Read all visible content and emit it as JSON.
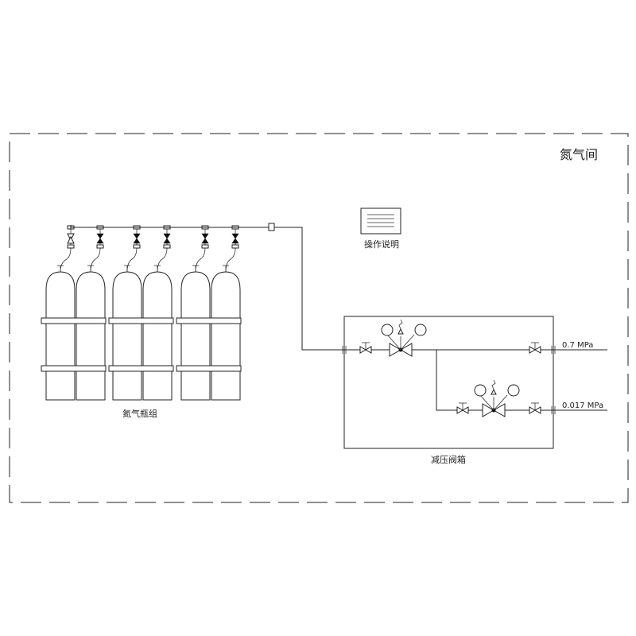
{
  "room": {
    "title": "氮气间"
  },
  "cylinder_group": {
    "label": "氮气瓶组",
    "count": 6
  },
  "instructions": {
    "label": "操作说明"
  },
  "valve_box": {
    "label": "减压阀箱"
  },
  "outlets": [
    {
      "pressure": "0.7 MPa"
    },
    {
      "pressure": "0.017 MPa"
    }
  ]
}
